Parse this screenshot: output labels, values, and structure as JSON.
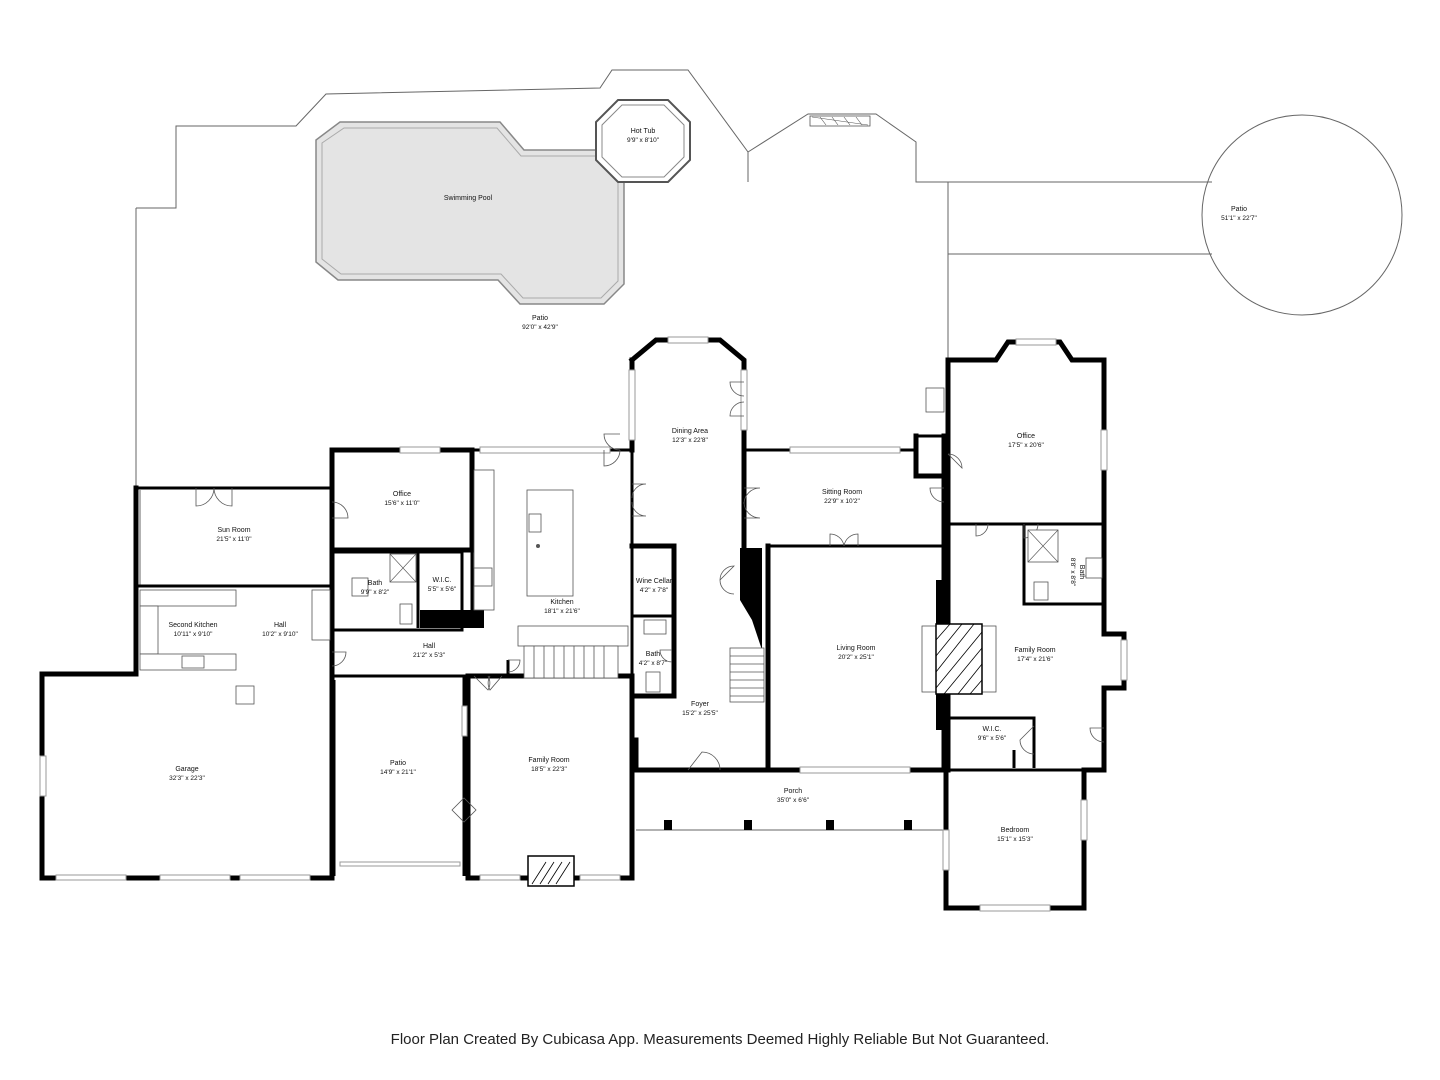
{
  "footer": "Floor Plan Created By Cubicasa App. Measurements Deemed Highly Reliable But Not Guaranteed.",
  "rooms": {
    "hot_tub": {
      "name": "Hot Tub",
      "dim": "9'9\" x 8'10\""
    },
    "swimming_pool": {
      "name": "Swimming Pool",
      "dim": ""
    },
    "patio_back": {
      "name": "Patio",
      "dim": "92'0\" x 42'9\""
    },
    "patio_round": {
      "name": "Patio",
      "dim": "51'1\" x 22'7\""
    },
    "dining_area": {
      "name": "Dining Area",
      "dim": "12'3\" x 22'8\""
    },
    "office_left": {
      "name": "Office",
      "dim": "15'6\" x 11'0\""
    },
    "office_right": {
      "name": "Office",
      "dim": "17'5\" x 20'6\""
    },
    "sun_room": {
      "name": "Sun Room",
      "dim": "21'5\" x 11'0\""
    },
    "sitting_room": {
      "name": "Sitting Room",
      "dim": "22'9\" x 10'2\""
    },
    "bath_left": {
      "name": "Bath",
      "dim": "9'9\" x 8'2\""
    },
    "wic_left": {
      "name": "W.I.C.",
      "dim": "5'5\" x 5'6\""
    },
    "kitchen": {
      "name": "Kitchen",
      "dim": "18'1\" x 21'6\""
    },
    "wine_cellar": {
      "name": "Wine Cellar",
      "dim": "4'2\" x 7'8\""
    },
    "second_kitchen": {
      "name": "Second Kitchen",
      "dim": "10'11\" x 9'10\""
    },
    "hall_small": {
      "name": "Hall",
      "dim": "10'2\" x 9'10\""
    },
    "hall_long": {
      "name": "Hall",
      "dim": "21'2\" x 5'3\""
    },
    "bath_mid": {
      "name": "Bath",
      "dim": "4'2\" x 8'7\""
    },
    "living_room": {
      "name": "Living Room",
      "dim": "20'2\" x 25'1\""
    },
    "bath_right": {
      "name": "Bath",
      "dim": "8'8\" x 8'8\""
    },
    "family_room_right": {
      "name": "Family Room",
      "dim": "17'4\" x 21'6\""
    },
    "foyer": {
      "name": "Foyer",
      "dim": "15'2\" x 25'5\""
    },
    "wic_right": {
      "name": "W.I.C.",
      "dim": "9'6\" x 5'6\""
    },
    "garage": {
      "name": "Garage",
      "dim": "32'3\" x 22'3\""
    },
    "patio_front": {
      "name": "Patio",
      "dim": "14'9\" x 21'1\""
    },
    "family_room_left": {
      "name": "Family Room",
      "dim": "18'5\" x 22'3\""
    },
    "porch": {
      "name": "Porch",
      "dim": "35'0\" x 6'6\""
    },
    "bedroom": {
      "name": "Bedroom",
      "dim": "15'1\" x 15'3\""
    }
  }
}
